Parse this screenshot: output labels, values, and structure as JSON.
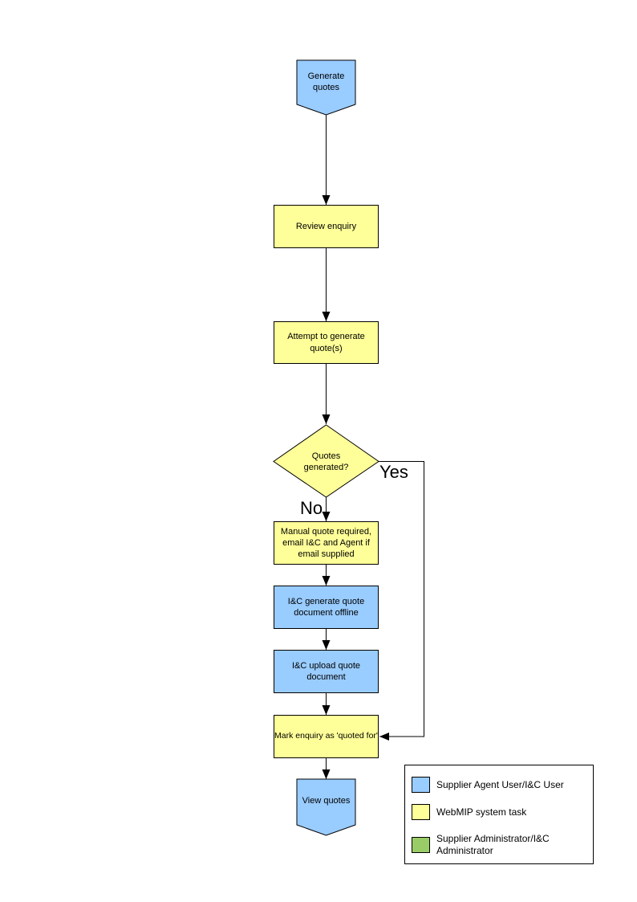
{
  "diagram": {
    "type": "flowchart",
    "background": "#FFFFFF",
    "line_color": "#000000",
    "nodes": {
      "start": {
        "label": "Generate quotes",
        "shape": "off-page-connector",
        "fill": "#99CCFF"
      },
      "review": {
        "label": "Review enquiry",
        "shape": "process",
        "fill": "#FFFF99"
      },
      "attempt": {
        "label": "Attempt to generate quote(s)",
        "shape": "process",
        "fill": "#FFFF99"
      },
      "decision": {
        "label": "Quotes generated?",
        "shape": "decision",
        "fill": "#FFFF99"
      },
      "manual": {
        "label": "Manual quote required, email I&C and Agent if email supplied",
        "shape": "process",
        "fill": "#FFFF99"
      },
      "ic_generate": {
        "label": "I&C generate quote document offline",
        "shape": "process",
        "fill": "#99CCFF"
      },
      "ic_upload": {
        "label": "I&C upload quote document",
        "shape": "process",
        "fill": "#99CCFF"
      },
      "mark": {
        "label": "Mark enquiry as 'quoted for'",
        "shape": "process",
        "fill": "#FFFF99"
      },
      "end": {
        "label": "View quotes",
        "shape": "off-page-connector",
        "fill": "#99CCFF"
      }
    },
    "edge_labels": {
      "yes": "Yes",
      "no": "No"
    },
    "legend": {
      "items": [
        {
          "label": "Supplier Agent User/I&C User",
          "color": "#99CCFF"
        },
        {
          "label": "WebMIP system task",
          "color": "#FFFF99"
        },
        {
          "label": "Supplier Administrator/I&C Administrator",
          "color": "#99CC66"
        }
      ]
    }
  }
}
